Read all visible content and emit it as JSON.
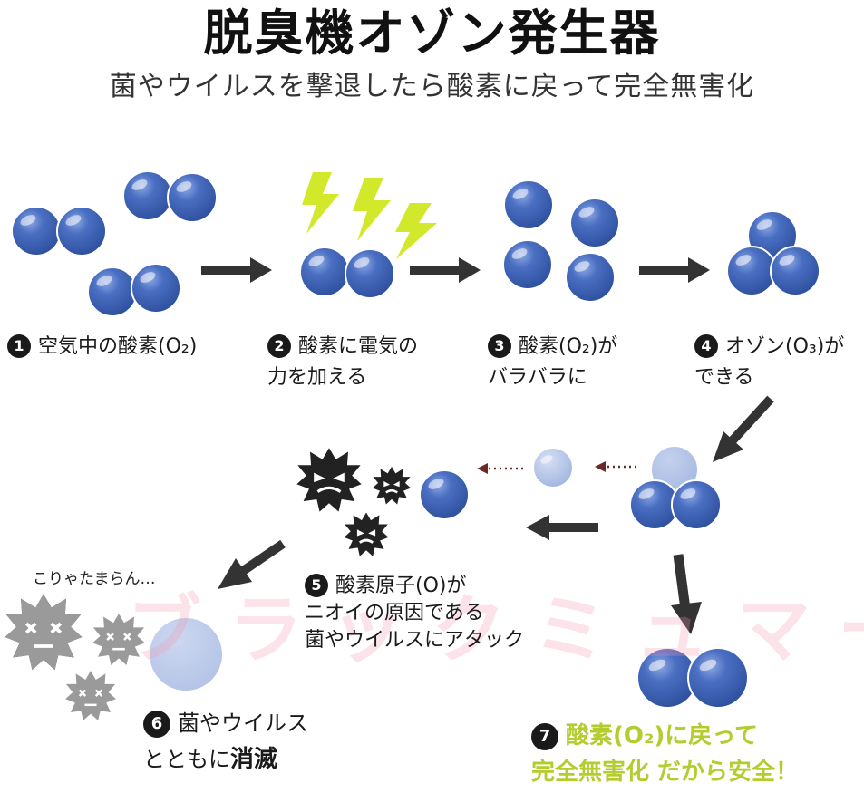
{
  "title": "脱臭機オゾン発生器",
  "subtitle": "菌やウイルスを撃退したら酸素に戻って完全無害化",
  "steps": [
    {
      "num": "1",
      "line1": "空気中の酸素(O₂)",
      "line2": ""
    },
    {
      "num": "2",
      "line1": "酸素に電気の",
      "line2": "力を加える"
    },
    {
      "num": "3",
      "line1": "酸素(O₂)が",
      "line2": "バラバラに"
    },
    {
      "num": "4",
      "line1": "オゾン(O₃)が",
      "line2": "できる"
    },
    {
      "num": "5",
      "line1": "酸素原子(O)が",
      "line2": "ニオイの原因である",
      "line3": "菌やウイルスにアタック"
    },
    {
      "num": "6",
      "line1": "菌やウイルス",
      "line2a": "とともに",
      "line2b": "消滅"
    },
    {
      "num": "7",
      "line1": "酸素(O₂)に戻って",
      "line2": "完全無害化 だから安全！"
    }
  ],
  "exclamation": "こりゃたまらん…",
  "watermark": "ブラックミュマー",
  "colors": {
    "molecule": "#3f63b5",
    "molecule_light": "#a9bde3",
    "lightning": "#d2e82a",
    "germ": "#222222",
    "germ_dead": "#9a9a9a",
    "arrow": "#333333",
    "accent_text": "#b5cc2e"
  }
}
